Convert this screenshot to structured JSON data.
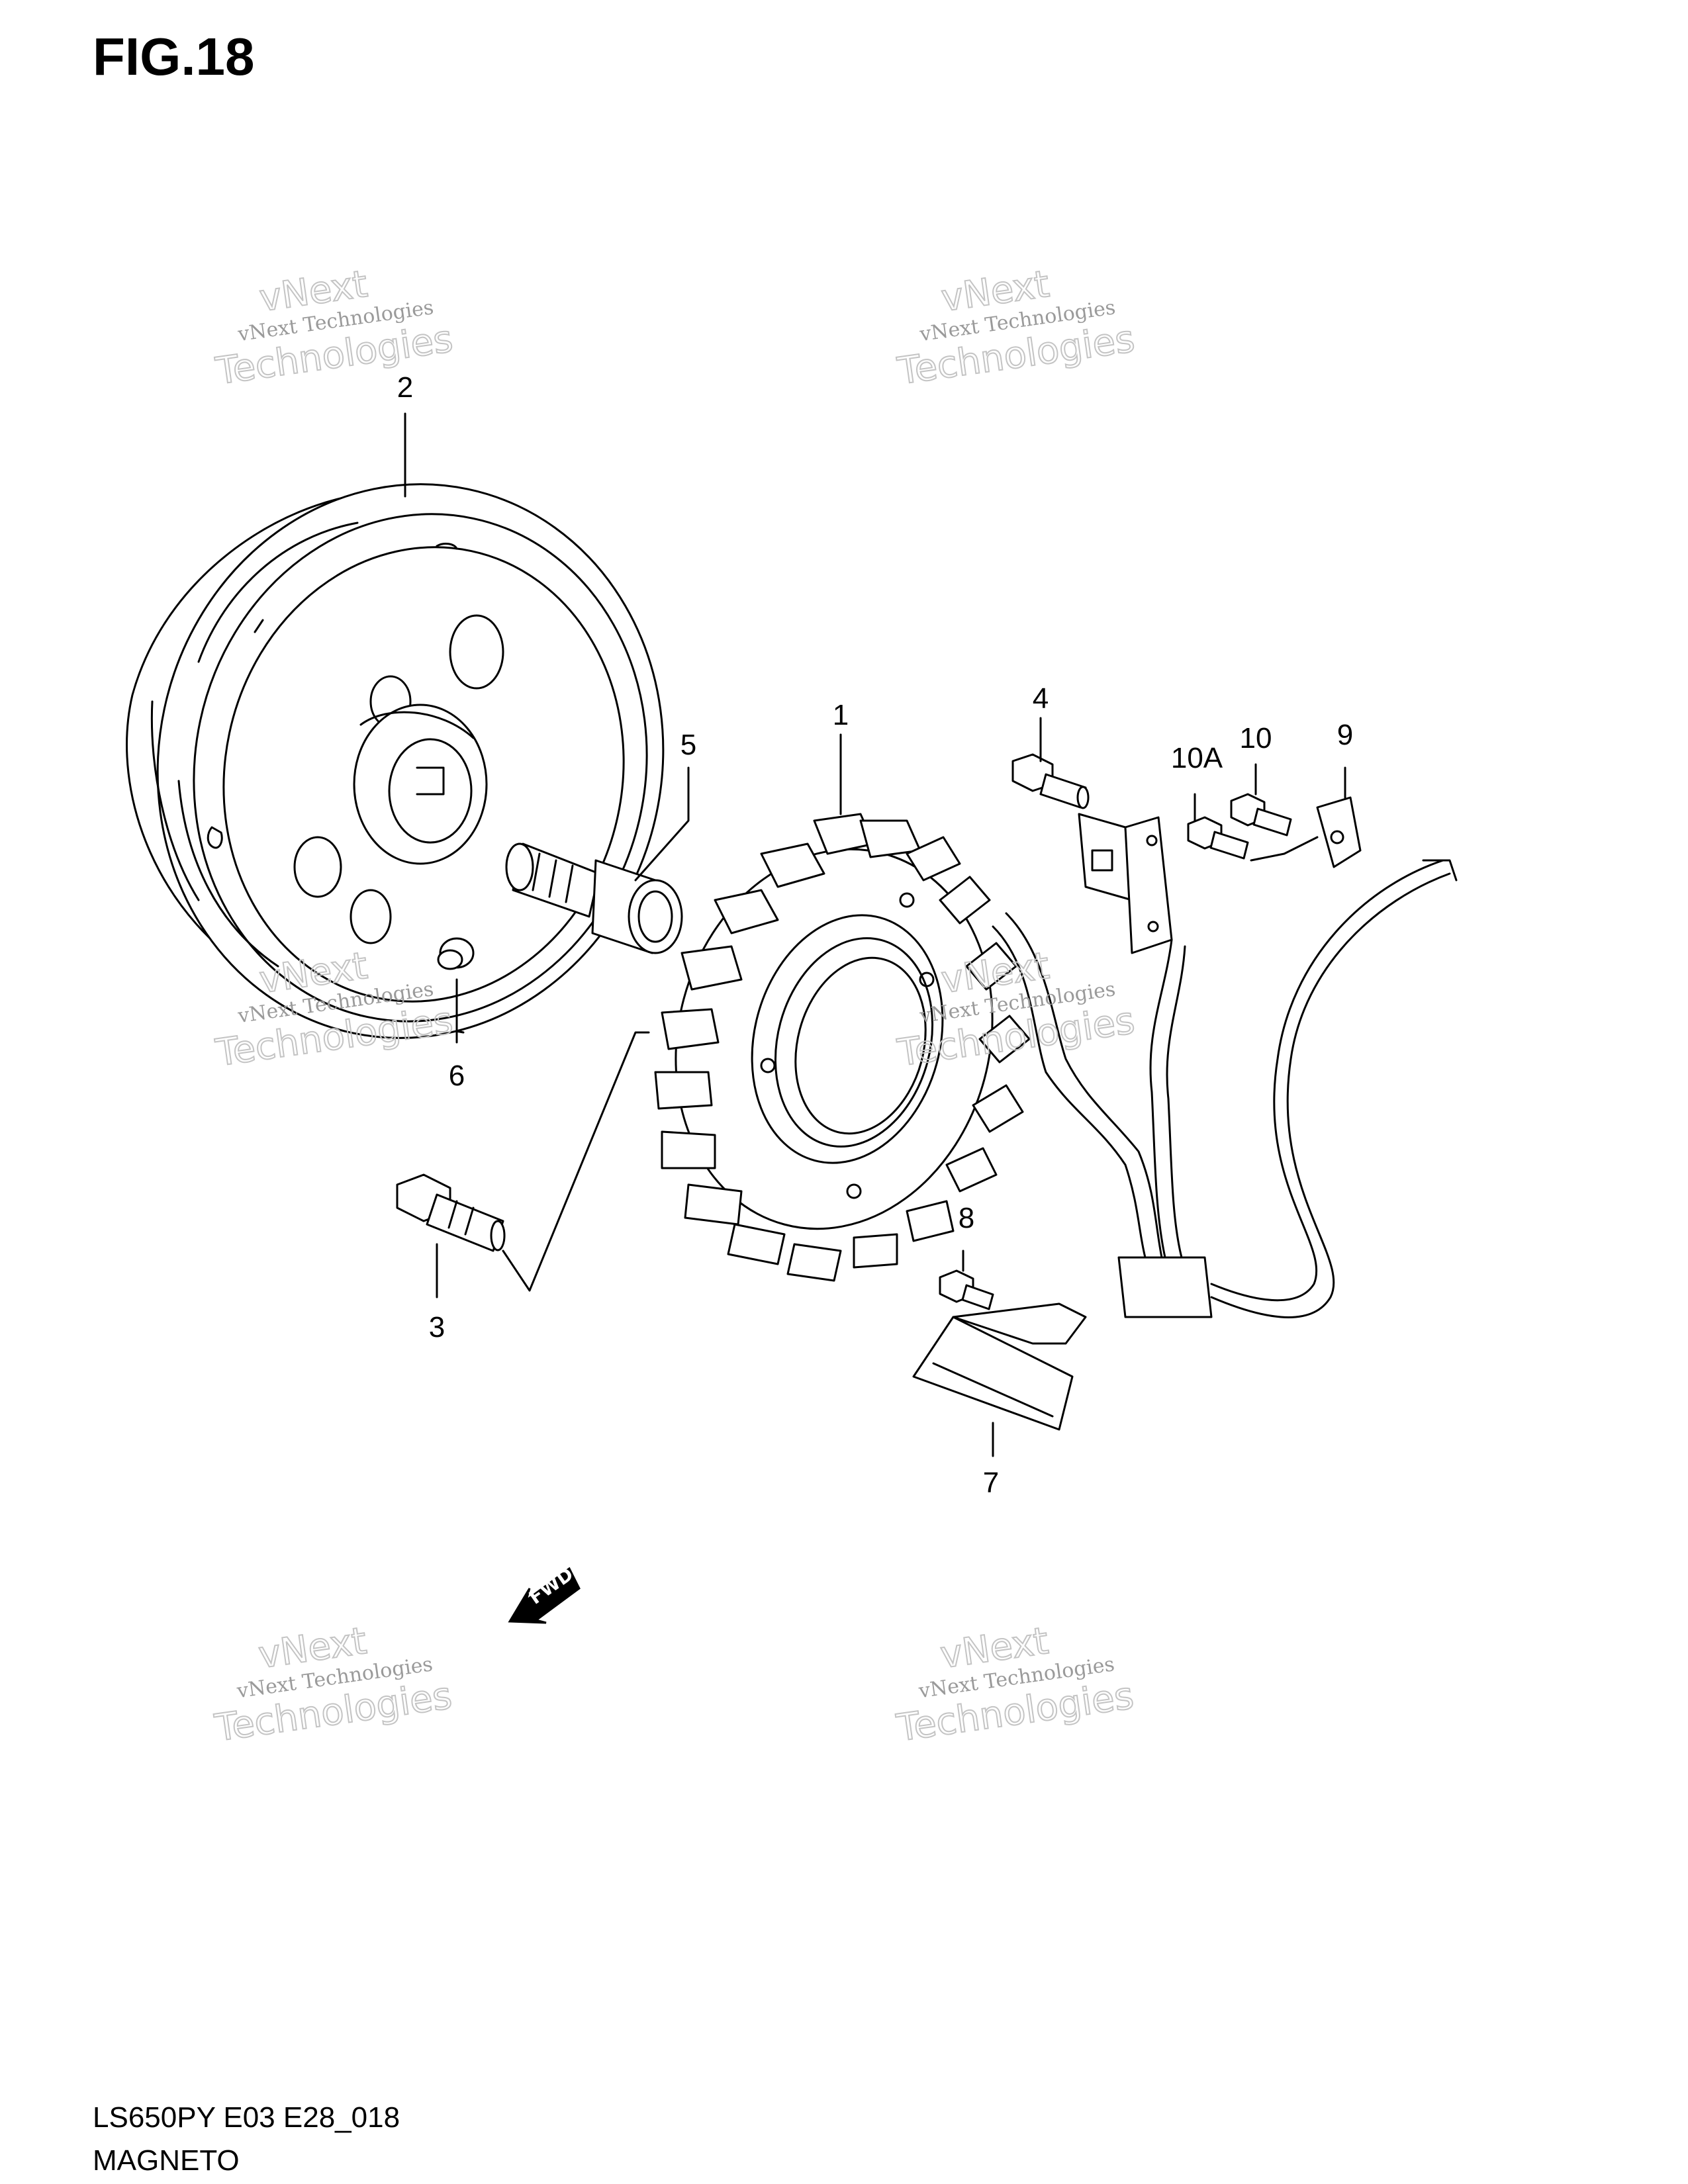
{
  "figure": {
    "title": "FIG.18",
    "model_code": "LS650PY E03 E28_018",
    "name": "MAGNETO"
  },
  "callouts": [
    {
      "id": "1",
      "label": "1"
    },
    {
      "id": "2",
      "label": "2"
    },
    {
      "id": "3",
      "label": "3"
    },
    {
      "id": "4",
      "label": "4"
    },
    {
      "id": "5",
      "label": "5"
    },
    {
      "id": "6",
      "label": "6"
    },
    {
      "id": "7",
      "label": "7"
    },
    {
      "id": "8",
      "label": "8"
    },
    {
      "id": "9",
      "label": "9"
    },
    {
      "id": "10",
      "label": "10"
    },
    {
      "id": "10A",
      "label": "10A"
    }
  ],
  "fwd_label": "FWD",
  "watermark": {
    "line1": "vNext Technologies",
    "line2": "Technologies",
    "line3": "vNext"
  }
}
